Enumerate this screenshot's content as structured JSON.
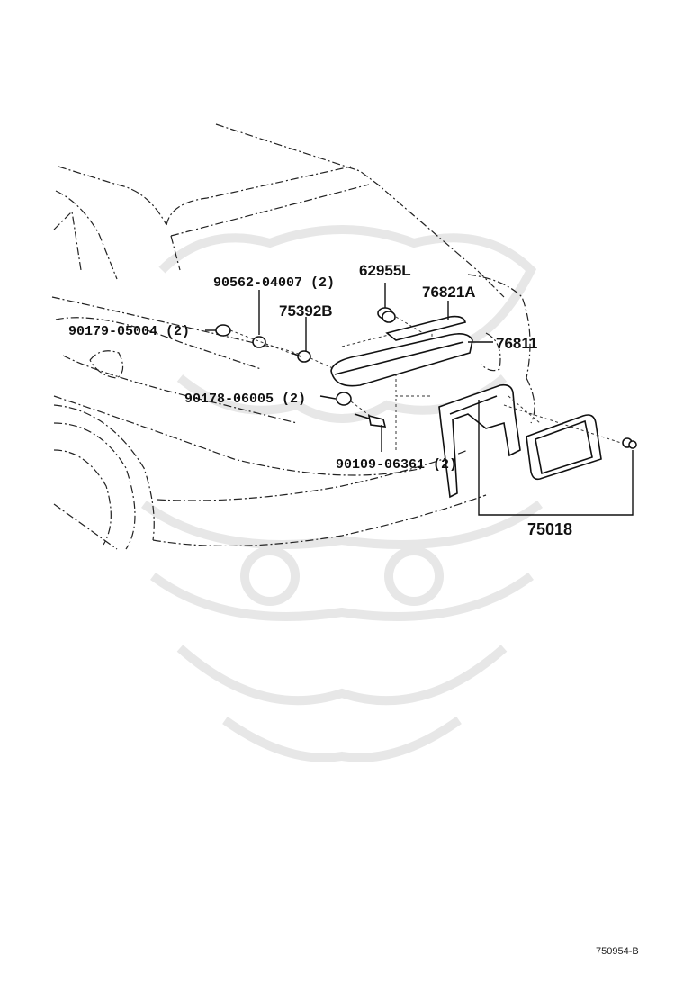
{
  "diagram": {
    "parts": [
      {
        "id": "p-90562",
        "label": "90562-04007 (2)"
      },
      {
        "id": "p-62955",
        "label": "62955L"
      },
      {
        "id": "p-76821",
        "label": "76821A"
      },
      {
        "id": "p-75392",
        "label": "75392B"
      },
      {
        "id": "p-90179",
        "label": "90179-05004 (2)"
      },
      {
        "id": "p-76811",
        "label": "76811"
      },
      {
        "id": "p-90178",
        "label": "90178-06005 (2)"
      },
      {
        "id": "p-90109",
        "label": "90109-06361 (2)"
      },
      {
        "id": "p-75018",
        "label": "75018"
      }
    ],
    "reference_code": "750954-B"
  }
}
